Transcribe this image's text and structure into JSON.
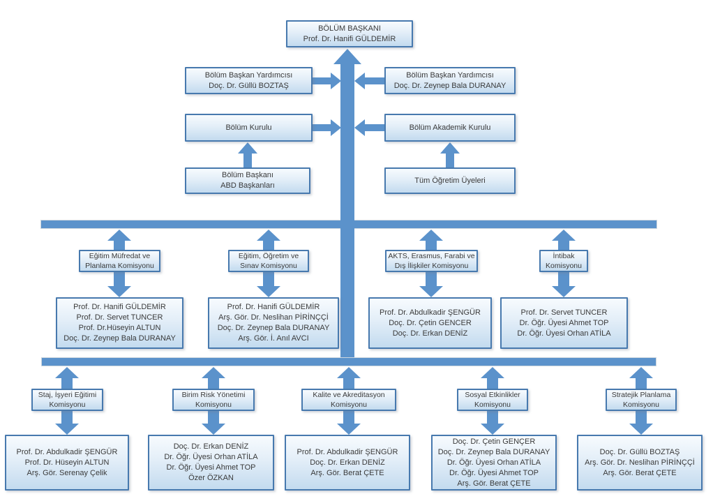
{
  "colors": {
    "connector": "#5b92cb",
    "box_border": "#4779ae",
    "box_fill_top": "#f7fbfe",
    "box_fill_bottom": "#c3dbef",
    "text": "#3a3a3a"
  },
  "org": {
    "head": {
      "lines": [
        "BÖLÜM BAŞKANI",
        "Prof. Dr. Hanifi GÜLDEMİR"
      ]
    },
    "vice_chairs": [
      {
        "lines": [
          "Bölüm Başkan Yardımcısı",
          "Doç. Dr. Güllü BOZTAŞ"
        ]
      },
      {
        "lines": [
          "Bölüm Başkan Yardımcısı",
          "Doç. Dr. Zeynep Bala DURANAY"
        ]
      }
    ],
    "boards": [
      {
        "lines": [
          "Bölüm Kurulu"
        ]
      },
      {
        "lines": [
          "Bölüm Akademik Kurulu"
        ]
      }
    ],
    "board_members": [
      {
        "lines": [
          "Bölüm Başkanı",
          "ABD Başkanları"
        ]
      },
      {
        "lines": [
          "Tüm Öğretim Üyeleri"
        ]
      }
    ],
    "upper_commissions": [
      {
        "label": [
          "Eğitim Müfredat ve",
          "Planlama Komisyonu"
        ],
        "members": [
          "Prof. Dr. Hanifi GÜLDEMİR",
          "Prof. Dr. Servet TUNCER",
          "Prof. Dr.Hüseyin ALTUN",
          "Doç. Dr. Zeynep Bala DURANAY"
        ]
      },
      {
        "label": [
          "Eğitim, Öğretim ve",
          "Sınav Komisyonu"
        ],
        "members": [
          "Prof. Dr. Hanifi GÜLDEMİR",
          "Arş. Gör. Dr. Neslihan PİRİNÇÇİ",
          "Doç. Dr. Zeynep Bala DURANAY",
          "Arş. Gör. İ. Anıl AVCI"
        ]
      },
      {
        "label": [
          "AKTS, Erasmus, Farabi ve",
          "Dış İlişkiler Komisyonu"
        ],
        "members": [
          "Prof. Dr. Abdulkadir ŞENGÜR",
          "Doç. Dr. Çetin GENCER",
          "Doç. Dr. Erkan DENİZ"
        ]
      },
      {
        "label": [
          "İntibak",
          "Komisyonu"
        ],
        "members": [
          "Prof. Dr. Servet TUNCER",
          "Dr. Öğr. Üyesi Ahmet TOP",
          "Dr. Öğr. Üyesi Orhan ATİLA"
        ]
      }
    ],
    "lower_commissions": [
      {
        "label": [
          "Staj, İşyeri Eğitimi",
          "Komisyonu"
        ],
        "members": [
          "Prof. Dr. Abdulkadir ŞENGÜR",
          "Prof. Dr. Hüseyin ALTUN",
          "Arş. Gör. Serenay Çelik"
        ]
      },
      {
        "label": [
          "Birim Risk Yönetimi",
          "Komisyonu"
        ],
        "members": [
          "Doç. Dr. Erkan DENİZ",
          "Dr. Öğr. Üyesi Orhan ATİLA",
          "Dr. Öğr. Üyesi Ahmet TOP",
          "Özer ÖZKAN"
        ]
      },
      {
        "label": [
          "Kalite ve Akreditasyon",
          "Komisyonu"
        ],
        "members": [
          "Prof. Dr. Abdulkadir ŞENGÜR",
          "Doç. Dr. Erkan DENİZ",
          "Arş. Gör. Berat ÇETE"
        ]
      },
      {
        "label": [
          "Sosyal Etkinlikler",
          "Komisyonu"
        ],
        "members": [
          "Doç. Dr. Çetin GENÇER",
          "Doç. Dr. Zeynep Bala DURANAY",
          "Dr. Öğr. Üyesi Orhan ATİLA",
          "Dr. Öğr. Üyesi Ahmet TOP",
          "Arş. Gör. Berat ÇETE"
        ]
      },
      {
        "label": [
          "Stratejik Planlama",
          "Komisyonu"
        ],
        "members": [
          "Doç. Dr. Güllü BOZTAŞ",
          "Arş. Gör. Dr. Neslihan PİRİNÇÇİ",
          "Arş. Gör. Berat ÇETE"
        ]
      }
    ]
  }
}
